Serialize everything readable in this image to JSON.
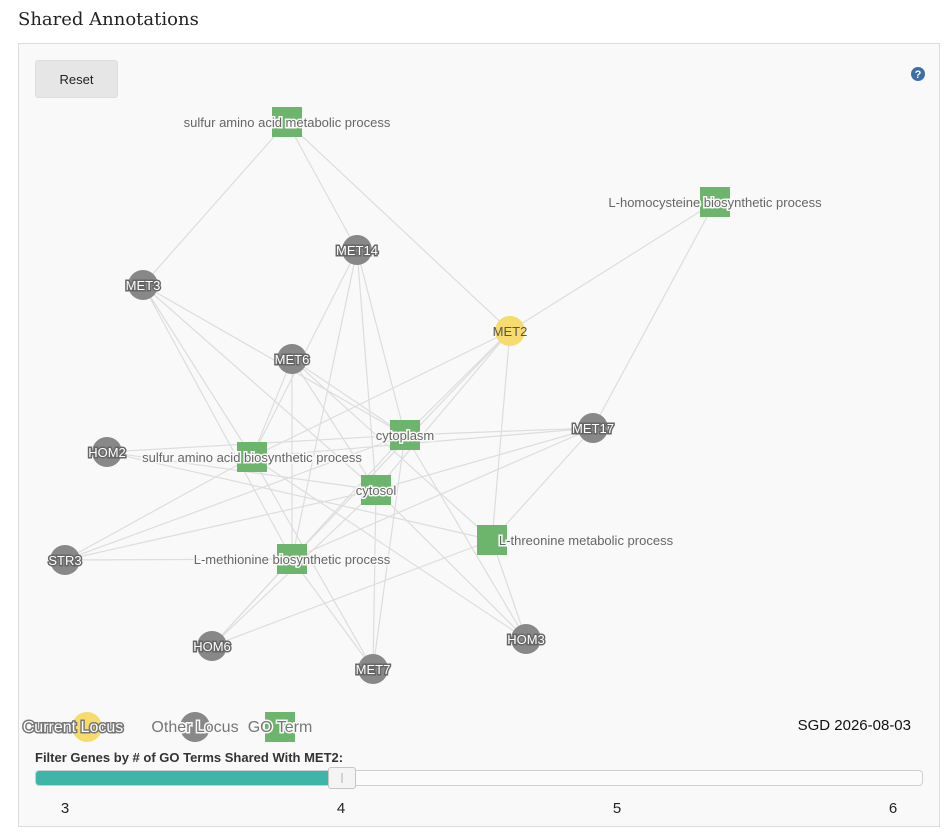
{
  "section": {
    "title": "Shared Annotations"
  },
  "toolbar": {
    "reset_label": "Reset",
    "help_icon": "question-circle-icon"
  },
  "colors": {
    "current_locus": "#f6dc6c",
    "other_locus": "#888888",
    "go_term": "#6db56d",
    "edge": "#dddddd",
    "slider_fill": "#3eb5a8",
    "help": "#3d6fa6"
  },
  "graph": {
    "genes": [
      {
        "id": "MET3",
        "label": "MET3",
        "type": "other"
      },
      {
        "id": "MET14",
        "label": "MET14",
        "type": "other"
      },
      {
        "id": "MET2",
        "label": "MET2",
        "type": "current"
      },
      {
        "id": "MET6",
        "label": "MET6",
        "type": "other"
      },
      {
        "id": "MET17",
        "label": "MET17",
        "type": "other"
      },
      {
        "id": "HOM2",
        "label": "HOM2",
        "type": "other"
      },
      {
        "id": "STR3",
        "label": "STR3",
        "type": "other"
      },
      {
        "id": "HOM6",
        "label": "HOM6",
        "type": "other"
      },
      {
        "id": "MET7",
        "label": "MET7",
        "type": "other"
      },
      {
        "id": "HOM3",
        "label": "HOM3",
        "type": "other"
      }
    ],
    "go_terms": [
      {
        "id": "go_saamp",
        "label": "sulfur amino acid metabolic process"
      },
      {
        "id": "go_hcys",
        "label": "L-homocysteine biosynthetic process"
      },
      {
        "id": "go_cytoplasm",
        "label": "cytoplasm"
      },
      {
        "id": "go_saabp",
        "label": "sulfur amino acid biosynthetic process"
      },
      {
        "id": "go_cytosol",
        "label": "cytosol"
      },
      {
        "id": "go_thr",
        "label": "L-threonine metabolic process"
      },
      {
        "id": "go_met",
        "label": "L-methionine biosynthetic process"
      }
    ]
  },
  "legend": {
    "current_locus": "Current Locus",
    "other_locus": "Other Locus",
    "go_term": "GO Term"
  },
  "sgd_date": "SGD 2026-08-03",
  "filter": {
    "label": "Filter Genes by # of GO Terms Shared With MET2:",
    "min": 3,
    "max": 6,
    "value": 4,
    "ticks": [
      "3",
      "4",
      "5",
      "6"
    ]
  }
}
